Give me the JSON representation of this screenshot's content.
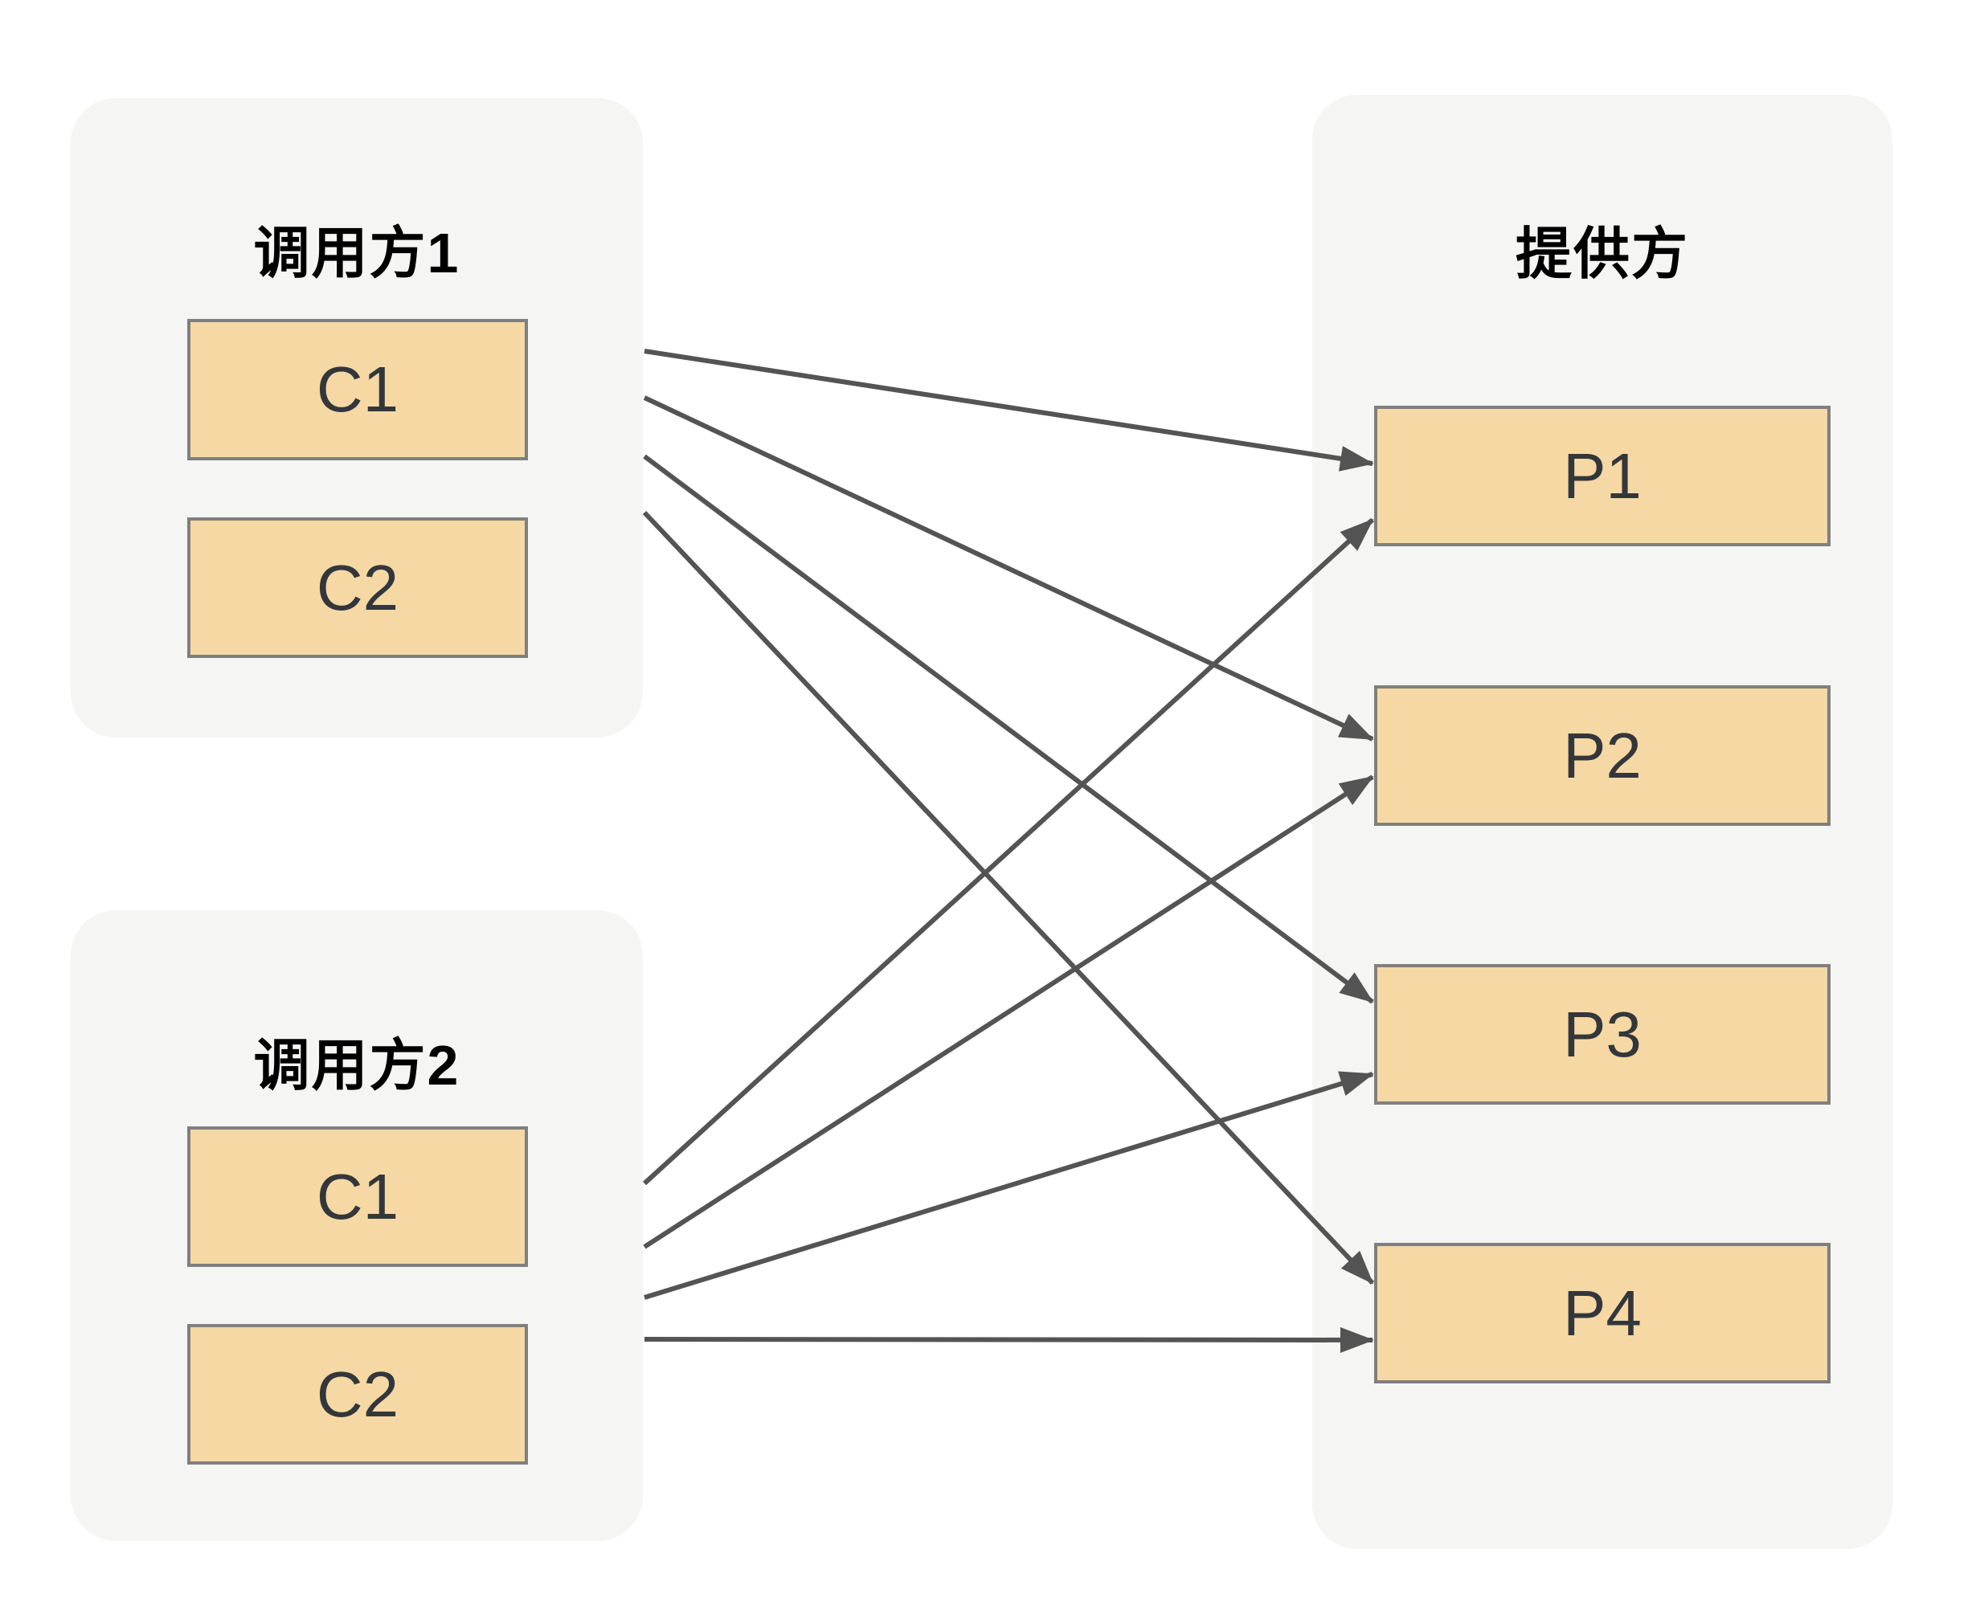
{
  "diagram": {
    "groups": [
      {
        "id": "caller1",
        "title": "调用方1",
        "nodes": [
          {
            "id": "c1",
            "label": "C1"
          },
          {
            "id": "c2",
            "label": "C2"
          }
        ]
      },
      {
        "id": "caller2",
        "title": "调用方2",
        "nodes": [
          {
            "id": "c1",
            "label": "C1"
          },
          {
            "id": "c2",
            "label": "C2"
          }
        ]
      },
      {
        "id": "provider",
        "title": "提供方",
        "nodes": [
          {
            "id": "p1",
            "label": "P1"
          },
          {
            "id": "p2",
            "label": "P2"
          },
          {
            "id": "p3",
            "label": "P3"
          },
          {
            "id": "p4",
            "label": "P4"
          }
        ]
      }
    ],
    "edges": [
      {
        "from": "caller1",
        "to": "provider.p1"
      },
      {
        "from": "caller1",
        "to": "provider.p2"
      },
      {
        "from": "caller1",
        "to": "provider.p3"
      },
      {
        "from": "caller1",
        "to": "provider.p4"
      },
      {
        "from": "caller2",
        "to": "provider.p1"
      },
      {
        "from": "caller2",
        "to": "provider.p2"
      },
      {
        "from": "caller2",
        "to": "provider.p3"
      },
      {
        "from": "caller2",
        "to": "provider.p4"
      }
    ],
    "colors": {
      "group_bg": "#f5f5f3",
      "node_fill": "#f5d8a3",
      "node_border": "#7f7f7f",
      "arrow": "#545454",
      "title_text": "#000000",
      "node_text": "#33373c"
    }
  }
}
